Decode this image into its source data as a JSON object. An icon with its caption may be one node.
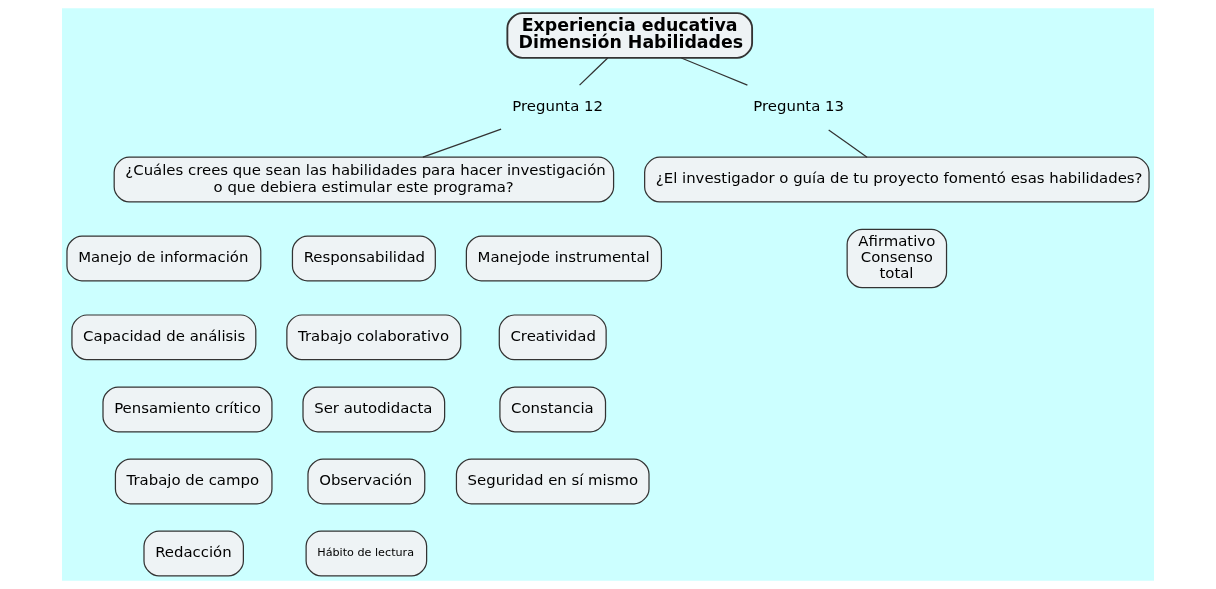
{
  "diagram": {
    "nodes": [
      {
        "text": [
          "Experiencia educativa Dimensión Habilidades"
        ]
      },
      {
        "text": [
          "Pregunta 12"
        ]
      },
      {
        "text": [
          "¿Cuáles crees que sean las habilidades para hacer investigación o que debiera estimular este programa?"
        ]
      },
      {
        "text": [
          "Pregunta 13"
        ]
      },
      {
        "text": [
          "¿El investigador o guía de tu proyecto fomentó esas habilidades?"
        ]
      },
      {
        "text": [
          "Afirmativo Consenso total"
        ]
      },
      {
        "text": [
          "Manejo de información"
        ]
      },
      {
        "text": [
          "Responsabilidad"
        ]
      },
      {
        "text": [
          "Manejode instrumental"
        ]
      },
      {
        "text": [
          "Capacidad de análisis"
        ]
      },
      {
        "text": [
          "Trabajo colaborativo"
        ]
      },
      {
        "text": [
          "Creatividad"
        ]
      },
      {
        "text": [
          "Pensamiento crítico"
        ]
      },
      {
        "text": [
          "Ser autodidacta"
        ]
      },
      {
        "text": [
          "Constancia"
        ]
      },
      {
        "text": [
          "Trabajo de campo"
        ]
      },
      {
        "text": [
          "Observación"
        ]
      },
      {
        "text": [
          "Seguridad en sí mismo"
        ]
      },
      {
        "text": [
          "Redacción"
        ]
      },
      {
        "text": [
          "Hábito de lectura"
        ]
      }
    ],
    "edges": [
      {
        "from": 0,
        "to": 1,
        "arrow": "none"
      },
      {
        "from": 1,
        "to": 2,
        "arrow": "none"
      },
      {
        "from": 0,
        "to": 3,
        "arrow": "none"
      },
      {
        "from": 3,
        "to": 4,
        "arrow": "none"
      }
    ]
  }
}
